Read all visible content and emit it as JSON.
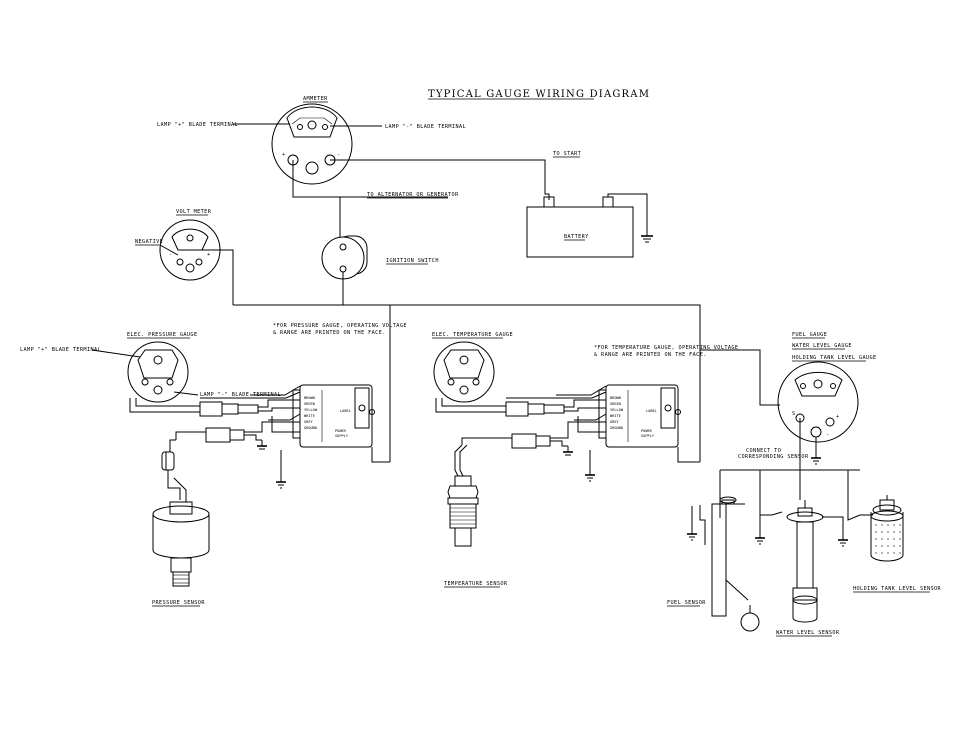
{
  "title": "TYPICAL GAUGE WIRING DIAGRAM",
  "labels": {
    "ammeter": "AMMETER",
    "lamp_plus": "LAMP \"+\" BLADE TERMINAL",
    "lamp_minus": "LAMP \"-\" BLADE TERMINAL",
    "to_start": "TO START",
    "battery": "BATTERY",
    "to_alternator": "TO ALTERNATOR OR GENERATOR",
    "volt_meter": "VOLT METER",
    "negative": "NEGATIVE",
    "ignition_switch": "IGNITION SWITCH",
    "elec_pressure_gauge": "ELEC. PRESSURE GAUGE",
    "elec_temperature_gauge": "ELEC. TEMPERATURE GAUGE",
    "pressure_note_1": "*FOR PRESSURE GAUGE, OPERATING VOLTAGE",
    "pressure_note_2": "& RANGE ARE PRINTED ON THE FACE.",
    "temp_note_1": "*FOR TEMPERATURE GAUGE, OPERATING VOLTAGE",
    "temp_note_2": "& RANGE ARE PRINTED ON THE FACE.",
    "lamp_plus_left": "LAMP \"+\" BLADE TERMINAL",
    "lamp_minus_mid": "LAMP \"-\" BLADE TERMINAL",
    "fuel_gauge": "FUEL GAUGE",
    "water_level_gauge": "WATER LEVEL GAUGE",
    "holding_tank_gauge": "HOLDING TANK LEVEL GAUGE",
    "connect_1": "CONNECT TO",
    "connect_2": "CORRESPONDING SENSOR",
    "pressure_sensor": "PRESSURE SENSOR",
    "temperature_sensor": "TEMPERATURE SENSOR",
    "fuel_sensor": "FUEL SENSOR",
    "water_level_sensor": "WATER LEVEL SENSOR",
    "holding_tank_sensor": "HOLDING TANK LEVEL SENSOR",
    "sender_rows": [
      "BROWN",
      "GREEN",
      "YELLOW",
      "WHITE",
      "GREY",
      "GROUND"
    ],
    "sender_label": "LABEL",
    "sender_power": "POWER",
    "sender_supply": "SUPPLY"
  }
}
